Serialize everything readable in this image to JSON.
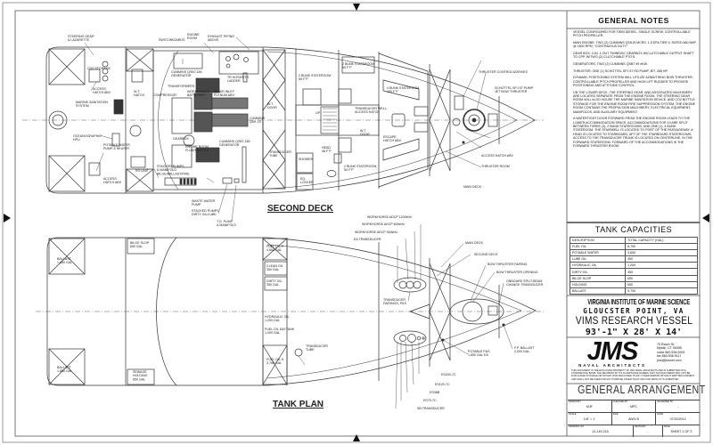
{
  "second_deck": {
    "title": "SECOND DECK",
    "labels": {
      "steering_gear": "STEERING GEAR\n& LAZARETTE",
      "co2_storage": "CO2 STORAGE",
      "access_hatch_1": "ACCESS\nHATCH ABV",
      "marine_sanitation": "MARINE SANITATION\nSYSTEM",
      "oceanographic": "OCEANOGRAPHIC\nHPU",
      "potable_pump": "POTABLE WATER\nPUMP & HEATER",
      "access_hatch_2": "ACCESS\nHATCH ABV",
      "ro_unit": "RO UNIT",
      "switchboards": "SWITCHBOARDS",
      "engine_room": "ENGINE\nROOM",
      "exhaust_piping": "EXHAUST PIPING\nABOVE",
      "tr_hoses": "TR HOSES/TO\nLADDER",
      "cummins_gen_1": "CUMMINS QSB7-DM\nGENERATOR",
      "transformers": "TRANSFORMERS",
      "wt_hatch": "W.T.\nHATCH",
      "compressor": "COMPRESSOR",
      "workbench": "WORKBENCH/\nBATTERIES",
      "air_inlet": "ER AIR INLET\nPLENUM ABV",
      "wt_door_1": "W.T.\nDOOR",
      "cummins_qsk": "CUMMINS\nQSK 19",
      "gearbox": "GEARBOX",
      "escape_hatch_er": "ENGINE ROOM\nFLUSH HATCH",
      "cummins_gen_2": "CUMMINS QSB7-DM\nGENERATOR",
      "transducer_tube": "TRANSDUCER\nTUBE",
      "stacked_pumps": "STACKED PUMPS\n& MANIFOLD\nBILGE/BALLAST/FIRE",
      "waste_water": "WASTE WATER\nPUMP",
      "stacked_pumps_2": "STACKED PUMPS\nDIRTY OIL/LUBE",
      "to_pump": "T.O. PUMP\n& MANIFOLD",
      "stateroom_2_a": "2 BUNK STATEROOM\n65 FT²",
      "stateroom_2_b": "2 BUNK STATEROOM\n65 FT²",
      "up": "UP",
      "transducer_well": "TRANSDUCER WELL\nACCESS HATCH",
      "stateroom_4": "4 BUNK STATEROOM\n100 FT²",
      "wt_door_2": "W.T.\nDOOR",
      "escape_hatch": "ESCAPE\nHATCH ABV",
      "head": "HEAD\n48 FT²",
      "shower": "SHOWER",
      "eq_locker": "EQ.\nLOCKER",
      "stateroom_2_c": "2 BUNK STATEROOM\n50 FT²",
      "thruster_controls": "THRUSTER CONTROLS/DRIVES",
      "schottel": "SCHOTTEL SPJ 57 PUMP\nJET BOW THRUSTER",
      "access_hatch_fwd": "ACCESS HATCH ABV",
      "thruster_room": "THRUSTER ROOM",
      "main_deck": "MAIN DECK"
    }
  },
  "tank_plan": {
    "title": "TANK PLAN",
    "labels": {
      "ballast_p": "BALLAST\n1,850 GAL",
      "ballast_s": "BALLAST\n1,850 GAL",
      "bilge_slop": "BILGE SLOP\n650 GAL",
      "sewage": "SEWAGE\nHOLDING\n650 GAL",
      "fuel_p": "FUEL OIL P\n4,850 GAL",
      "clean_oil": "CLEAN OIL\n350 GAL",
      "dirty_oil": "DIRTY OIL\n350 GAL",
      "hydraulic": "HYDRAULIC OIL\n1,200 GAL",
      "fuel_day": "FUEL OIL DAYTANK\n1,000 GAL",
      "fuel_s": "FUEL OIL S\n3,760 GAL",
      "transducer_tube": "TRANSDUCER\nTUBE",
      "wh_1200": "WORKHORSE ADCP 1200kHz",
      "wh_600": "WORKHORSE ADCP 600kHz",
      "wh_300": "WORKHORSE ADCP 300kHz",
      "transducer_fairing_top": "EA TRANSDUCER",
      "fairing_pws": "TRANSDUCER\nFAIRINGS, P&S",
      "main_deck": "MAIN DECK",
      "second_deck": "SECOND DECK",
      "bow_fairing": "BOW THRUSTER FAIRING",
      "bow_opening": "BOW THRUSTER OPENING",
      "sonar": "ONBOARD SPLIT-BEAM\nCHANGE TRANSDUCER",
      "potable": "POTABLE P&S\n1,800 GAL EA",
      "fp_ballast": "F.P. BALLAST\n2,000 GAL",
      "es200": "ES200-7C",
      "es120": "ES120-7C",
      "es38b": "ES38B",
      "es70": "ES70-7C",
      "sb_transducer": "SB TRANSDUCER"
    }
  },
  "general_notes": {
    "title": "GENERAL NOTES",
    "paragraphs": [
      "VESSEL CONFIGURED FOR TWIN DIESEL, SINGLE SCREW, CONTROLLABLE PITCH PROPELLER.",
      "MAIN ENGINE: TWO (2) CUMMINS QSK19 MCRS, 1.5 EPA TIER II, RATED 660 BHP @ 1800 RPM, \"CONTINUOUS DUTY.\"",
      "GEAR BOX: 2-IN, 1-OUT TWINDISC GEARBOX W/CLUTCHABLE OUTPUT SHAFT TO CPP, W/TWO (2) CLUTCHABLE PTO'S.",
      "GENERATORS: TWO (2) CUMMINS QSB7 99 eKW.",
      "THRUSTER: ONE (1) SCHOTTEL SPJ 57 RD PUMP JET, 268 HP.",
      "DYNAMIC POSITIONING SYSTEM WILL UTILIZE AZIMUTHING BOW THRUSTER, CONTROLLABLE PITCH PROPELLER AND HIGH LIFT RUDDER TO PROVIDE POSITIONING AND ATTITUDE CONTROL.",
      "ON THE LOWER DECK, THE STEERING GEAR, AND ASSOCIATED MACHINERY ARE LOCATED SEPARATE FROM THE ENGINE ROOM. THE STEERING GEAR ROOM WILL ALSO HOUSE THE MARINE SANITATION DEVICE, AND CO2 BOTTLE STORAGE FOR THE ENGINE ROOM FIRE SUPPRESSION SYSTEM. THE ENGINE ROOM CONTAINS THE PROPULSION MACHINERY, ELECTRICAL EQUIPMENT, MANIFOLDS, AND AUXILIARY EQUIPMENT.",
      "A WATERTIGHT DOOR FORWARD FROM THE ENGINE ROOM LEADS TO THE LOWER ACCOMMODATION SPACE. ACCOMMODATIONS FOR 10 ARE SPLIT BETWEEN THREE (3), 2 BUNK STATEROOMS, AND ONE (1), 4 BUNK STATEROOM. THE STAIRWELL IS LOCATED TO PORT OF THE PASSAGEWAY. A HEAD IS LOCATED TO STARBOARD, AFT OF THE STARBOARD STATEROOMS. ACCESS TO THE TRANSDUCER TRUNK IS LOCATED ON CENTERLINE, IN THE FORWARD STATEROOM. FORWARD OF THE ACCOMMODATIONS IS THE FORWARD THRUSTER ROOM."
    ]
  },
  "tank_capacities": {
    "title": "TANK CAPACITIES",
    "headers": [
      "DESCRIPTION",
      "TOTAL CAPACITY (GAL)"
    ],
    "rows": [
      [
        "FUEL OIL",
        "8,700"
      ],
      [
        "POTABLE WATER",
        "3,600"
      ],
      [
        "LUBE OIL",
        "350"
      ],
      [
        "HYDRAULIC OIL",
        "1,200"
      ],
      [
        "DIRTY OIL",
        "350"
      ],
      [
        "BILGE SLOP",
        "650"
      ],
      [
        "HOLDING",
        "650"
      ],
      [
        "BALLAST",
        "5,700"
      ]
    ]
  },
  "title_block": {
    "client": "VIRGINIA INSTITUTE OF MARINE SCIENCE",
    "location": "GLOUCSTER POINT, VA",
    "vessel": "VIMS RESEARCH VESSEL",
    "dimensions": "93'-1\" X 28' X 14'",
    "logo": "JMS",
    "logo_sub": "NAVAL ARCHITECTS",
    "address": [
      "70 Essex St.",
      "Mystic, CT 06355",
      "voice 860.536.0009",
      "fax 860.536.9117",
      "jms@jmsnet.com"
    ],
    "disclaimer": "THIS DOCUMENT IS THE EXCLUSIVE PROPERTY OF JMS NAVAL ARCHITECTS AND IS SUBMITTED ON A CONFIDENTIAL BASIS. THE RECIPIENT BY ITS ACCEPTANCE AGREES THAT THIS DOCUMENT WILL NOT BE DUPLICATED IN WHOLE OR IN PART, NOR DISCLOSED TO ANY OTHER PERSON WITHOUT WRITTEN CONSENT AND SHALL NOT BE USED FOR ANY PURPOSE OTHER THAN THAT FOR WHICH IT IS SUBMITTED.",
    "drawing_title": "GENERAL ARRANGEMENT",
    "fields": {
      "drawn_by_label": "DRAWN BY",
      "drawn_by": "MJF",
      "checked_by_label": "CHECKED BY",
      "checked_by": "MPC",
      "reviewed_by_label": "REVIEWED BY",
      "reviewed_by": "-",
      "scale_label": "SCALE",
      "scale": "1/8\" = 1'",
      "size_label": "SIZE",
      "size": "ANSI B",
      "date_label": "DATE",
      "date": "07/20/2013",
      "drawing_no_label": "DRAWING NO",
      "drawing_no": "13-149-215",
      "revision_label": "REVISION",
      "revision": "-",
      "sheet_label": "PAGE",
      "sheet": "SHEET 1 OF 3"
    }
  }
}
